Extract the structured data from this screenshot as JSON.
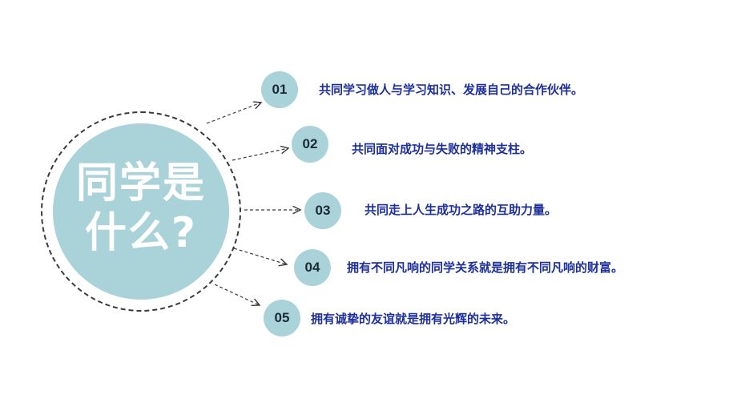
{
  "hub": {
    "title_line1": "同学是",
    "title_line2": "什么?"
  },
  "items": [
    {
      "number": "01",
      "text": "共同学习做人与学习知识、发展自己的合作伙伴。"
    },
    {
      "number": "02",
      "text": "共同面对成功与失败的精神支柱。"
    },
    {
      "number": "03",
      "text": "共同走上人生成功之路的互助力量。"
    },
    {
      "number": "04",
      "text": "拥有不同凡响的同学关系就是拥有不同凡响的财富。"
    },
    {
      "number": "05",
      "text": "拥有诚挚的友谊就是拥有光辉的未来。"
    }
  ],
  "colors": {
    "accent": "#a9d3d8",
    "text": "#1d2f9c",
    "ring": "#3a3a3a"
  }
}
